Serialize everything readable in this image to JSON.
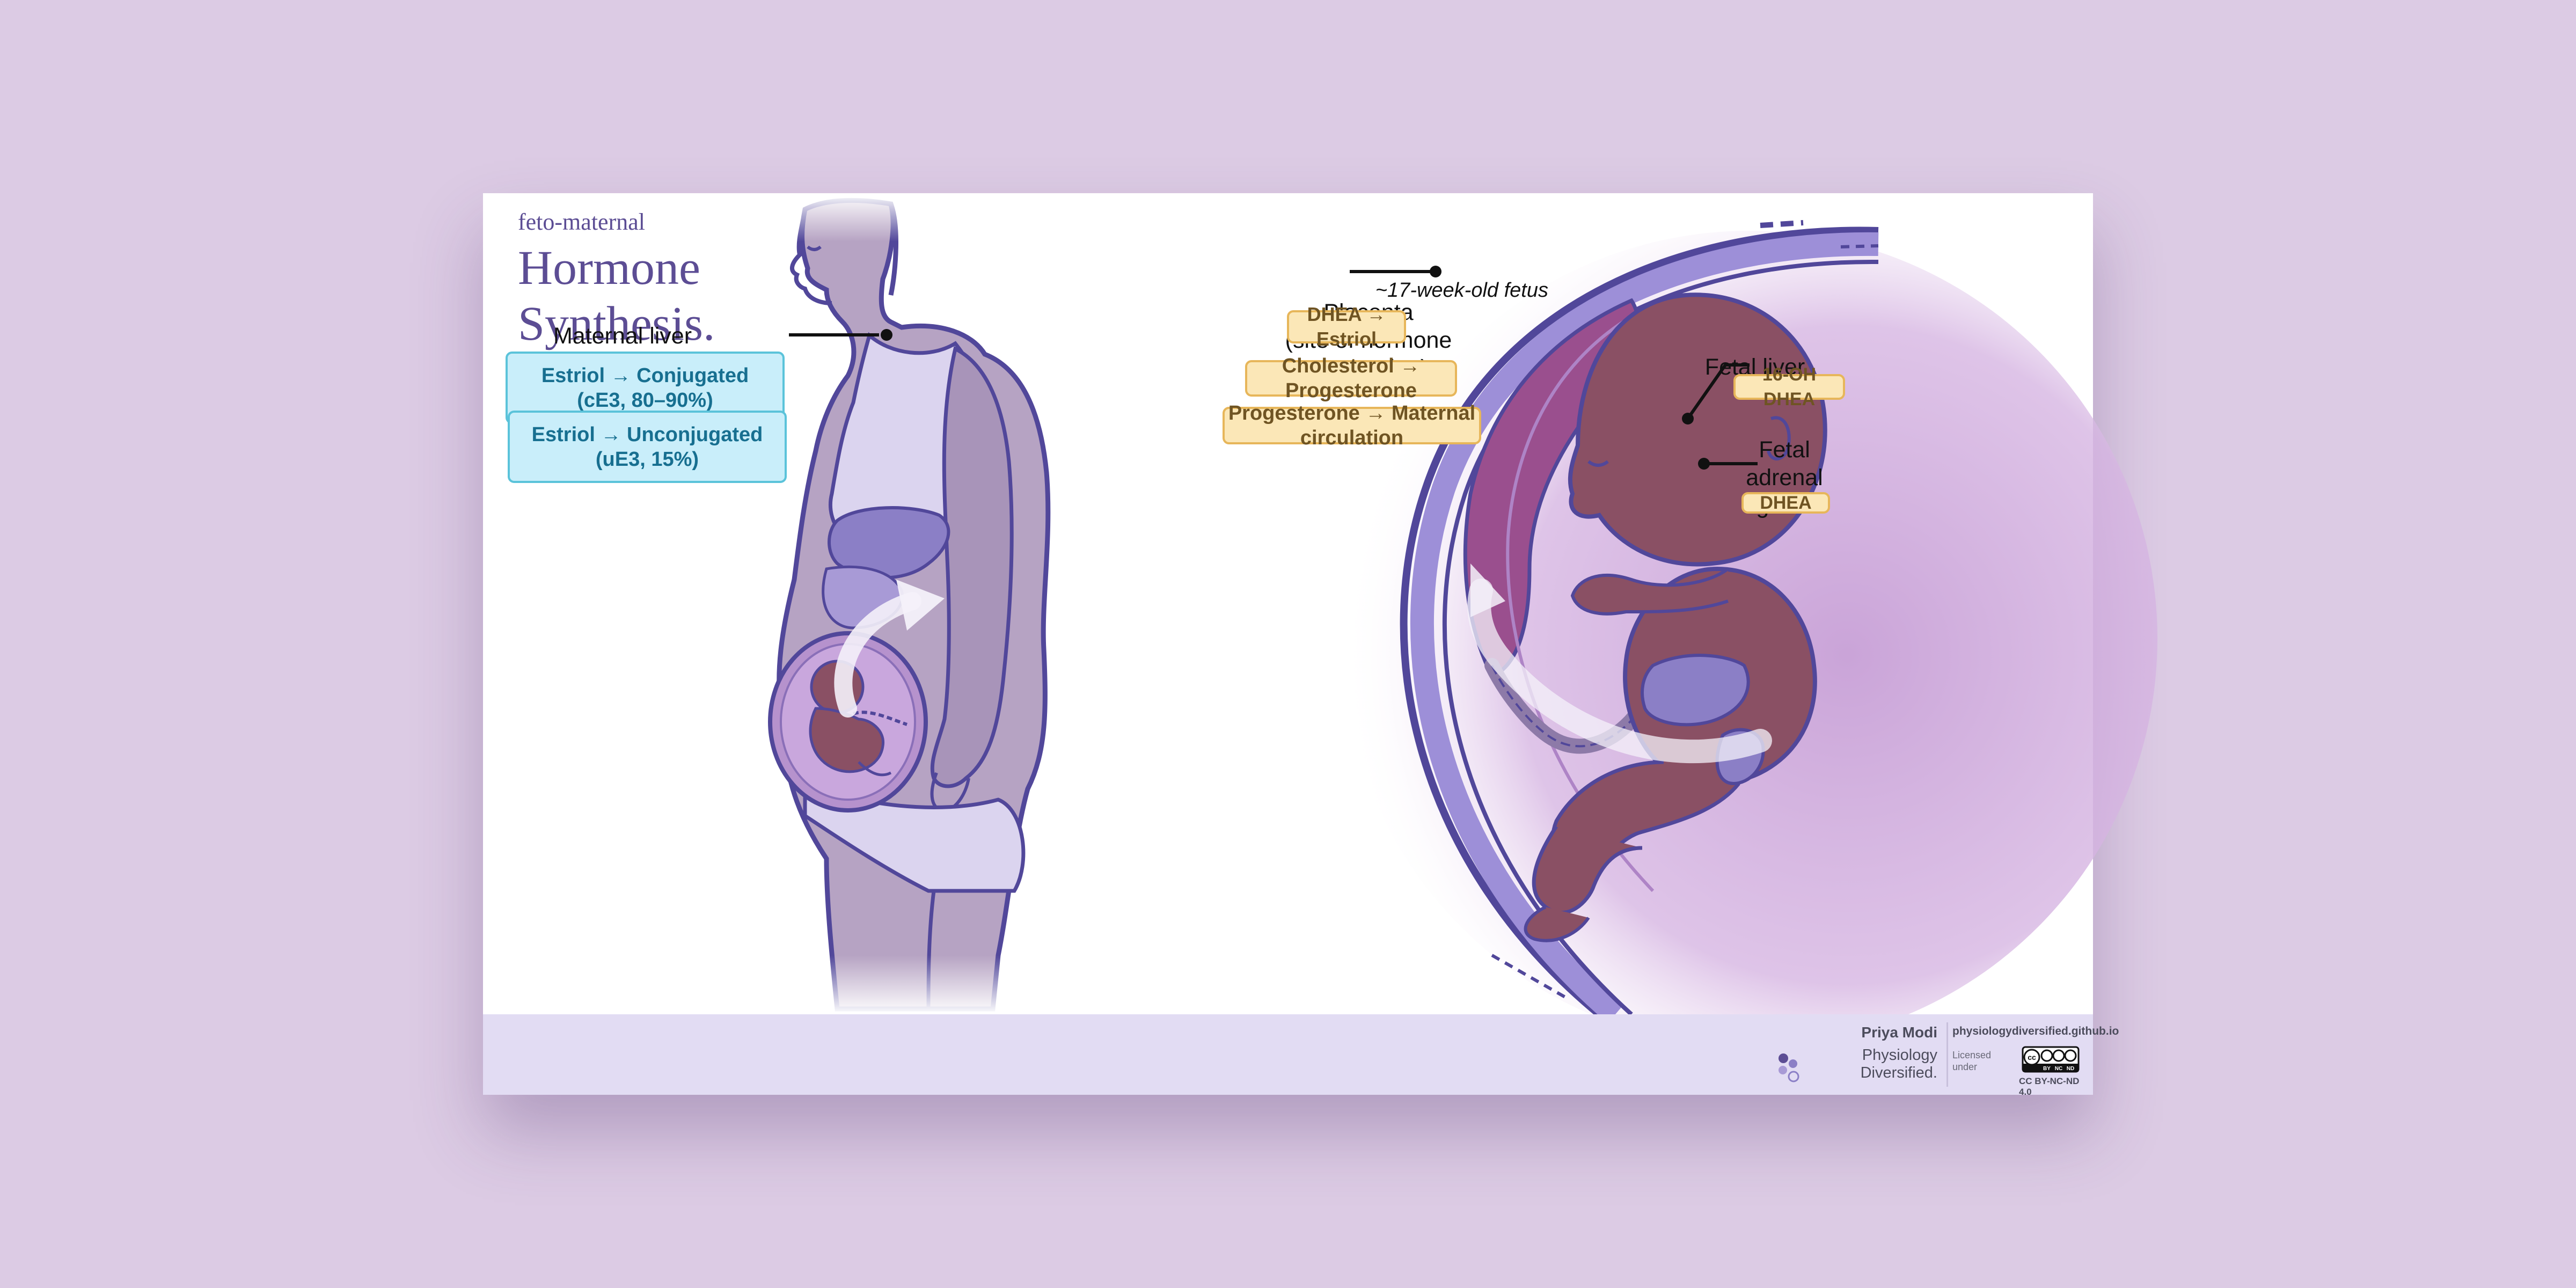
{
  "header": {
    "subtitle": "feto-maternal",
    "title_line1": "Hormone",
    "title_line2": "Synthesis."
  },
  "labels": {
    "maternal_liver": "Maternal liver",
    "placenta_line1": "Placenta",
    "placenta_line2": "(site of hormone",
    "placenta_line3": "conversion)",
    "fetus_age": "~17-week-old fetus",
    "fetal_liver": "Fetal liver",
    "fetal_adrenal_line1": "Fetal",
    "fetal_adrenal_line2": "adrenal",
    "fetal_adrenal_line3": "gland"
  },
  "boxes": {
    "conjugated_line1": "Estriol → Conjugated",
    "conjugated_line2": "(cE3, 80–90%)",
    "unconjugated_line1": "Estriol → Unconjugated",
    "unconjugated_line2": "(uE3, 15%)",
    "dhea_estriol": "DHEA → Estriol",
    "cholesterol_progesterone": "Cholesterol  → Progesterone",
    "progesterone_circulation": "Progesterone  → Maternal circulation",
    "oh_dhea": "16-OH DHEA",
    "dhea": "DHEA"
  },
  "footer": {
    "author": "Priya Modi",
    "brand_line1": "Physiology",
    "brand_line2": "Diversified.",
    "url": "physiologydiversified.github.io",
    "licensed_line1": "Licensed",
    "licensed_line2": "under",
    "license": "CC BY-NC-ND 4.0",
    "badge_cc": "cc",
    "badge_by": "BY",
    "badge_nc": "NC",
    "badge_nd": "ND"
  },
  "colors": {
    "background": "#dccbe4",
    "title": "#5c4d94",
    "skin_mother": "#b6a3c3",
    "outline": "#51479a",
    "fetus": "#8a5064",
    "uterus_glow": "#c79fd6",
    "blue_box": "#c9eefa",
    "gold_box": "#fbe7b7",
    "footer": "#e2dcf3"
  },
  "icons": {
    "brand": "physiology-diversified-logo-icon",
    "license": "cc-by-nc-nd-badge-icon"
  }
}
